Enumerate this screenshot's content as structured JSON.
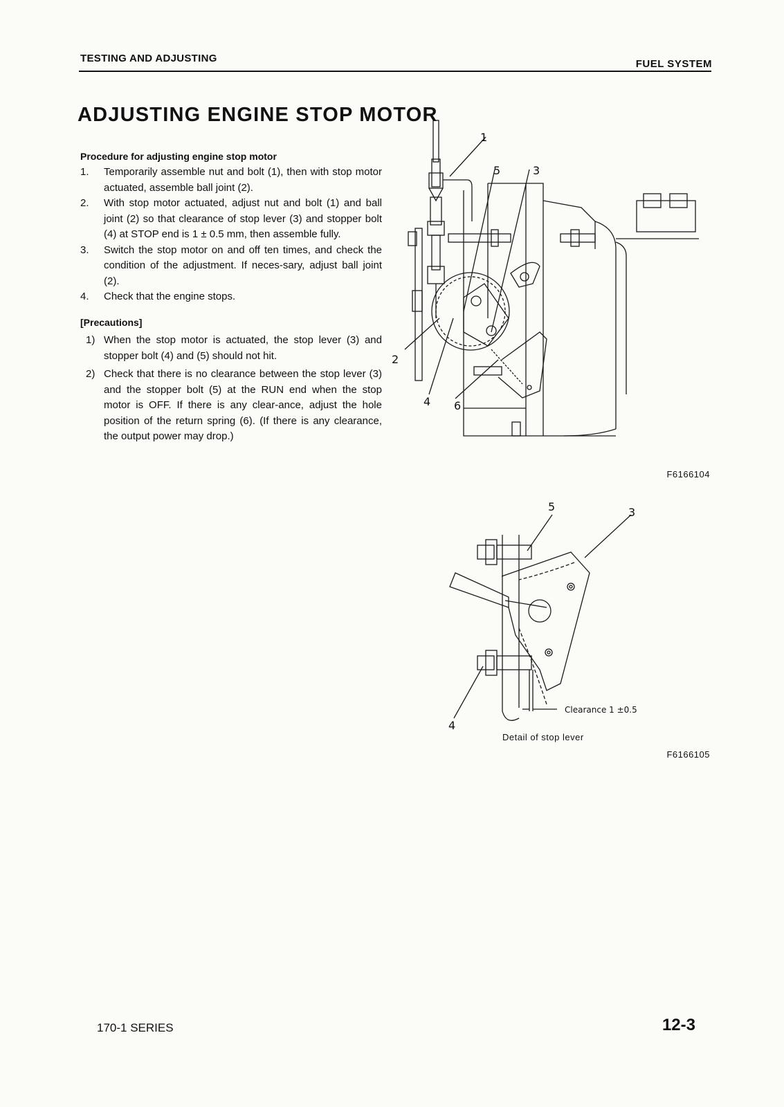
{
  "header": {
    "left": "TESTING AND ADJUSTING",
    "right": "FUEL SYSTEM"
  },
  "title": "ADJUSTING ENGINE STOP MOTOR",
  "procedure": {
    "heading": "Procedure for adjusting engine stop motor",
    "steps": [
      {
        "num": "1.",
        "text": "Temporarily assemble nut and bolt (1), then with stop motor actuated, assemble ball joint (2)."
      },
      {
        "num": "2.",
        "text": "With stop motor actuated, adjust nut and bolt (1) and ball joint (2) so that clearance of stop lever (3) and stopper bolt (4) at STOP end is 1 ± 0.5 mm, then assemble fully."
      },
      {
        "num": "3.",
        "text": "Switch the stop motor on and off ten times, and check the condition of the adjustment. If neces-sary, adjust ball joint (2)."
      },
      {
        "num": "4.",
        "text": "Check that the engine stops."
      }
    ]
  },
  "precautions": {
    "heading": "[Precautions]",
    "items": [
      {
        "num": "1)",
        "text": "When the stop motor is actuated, the stop lever (3) and stopper bolt (4) and (5) should not hit."
      },
      {
        "num": "2)",
        "text": "Check that there is no clearance between the stop lever (3) and the stopper bolt (5) at the RUN end when the stop motor is OFF. If there is any clear-ance, adjust the hole position of the return spring (6). (If there is any clearance, the output power may drop.)"
      }
    ]
  },
  "figure1": {
    "code": "F6166104",
    "callouts": {
      "c1": "1",
      "c2": "2",
      "c3": "3",
      "c4": "4",
      "c5": "5",
      "c6": "6"
    }
  },
  "figure2": {
    "code": "F6166105",
    "caption": "Detail of stop lever",
    "clearance_label": "Clearance 1 ±0.5",
    "callouts": {
      "c3": "3",
      "c4": "4",
      "c5": "5"
    }
  },
  "footer": {
    "left": "170-1 SERIES",
    "right": "12-3"
  }
}
